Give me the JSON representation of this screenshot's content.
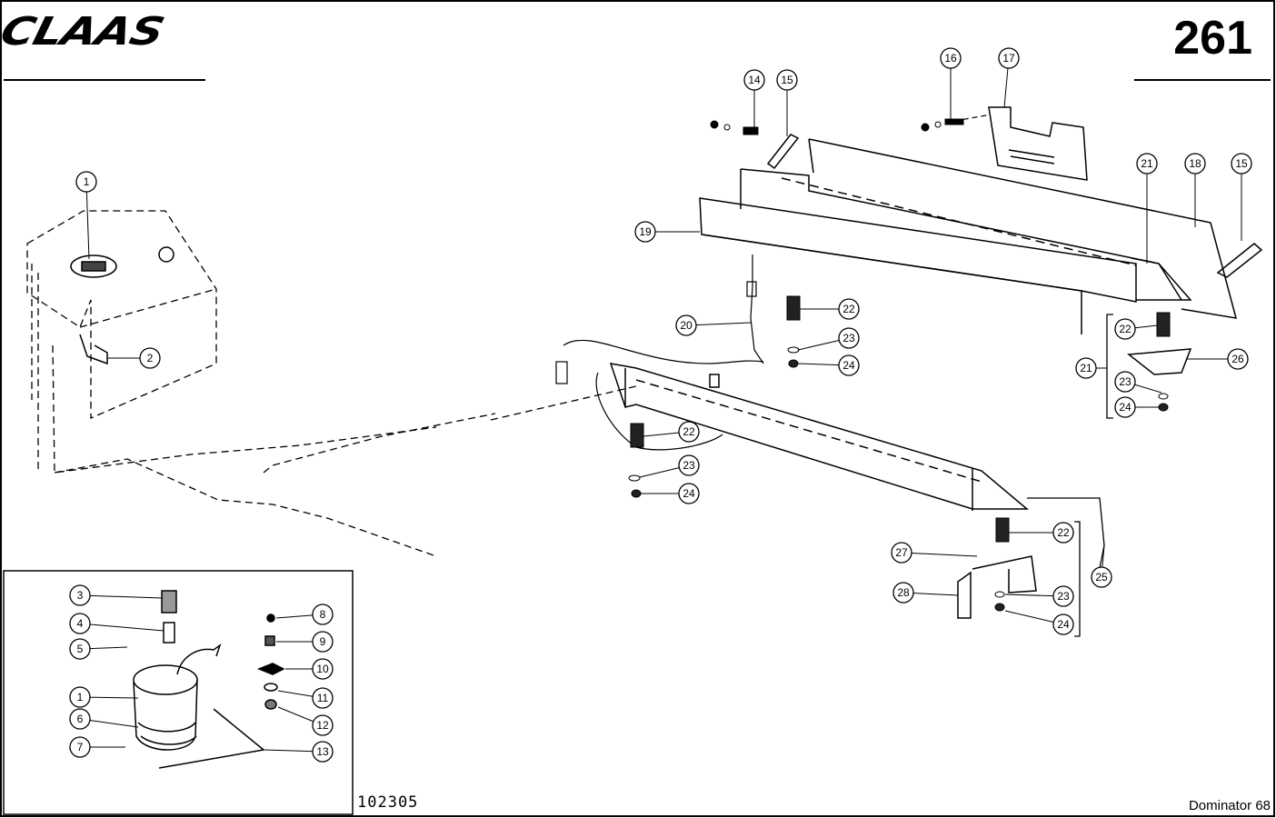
{
  "brand": "CLAAS",
  "page_number": "261",
  "document_number": "102305",
  "model": "Dominator 68",
  "callouts": [
    "1",
    "2",
    "3",
    "4",
    "5",
    "6",
    "7",
    "8",
    "9",
    "10",
    "11",
    "12",
    "13",
    "14",
    "15",
    "16",
    "17",
    "18",
    "19",
    "20",
    "21",
    "22",
    "23",
    "24",
    "25",
    "26",
    "27",
    "28"
  ]
}
